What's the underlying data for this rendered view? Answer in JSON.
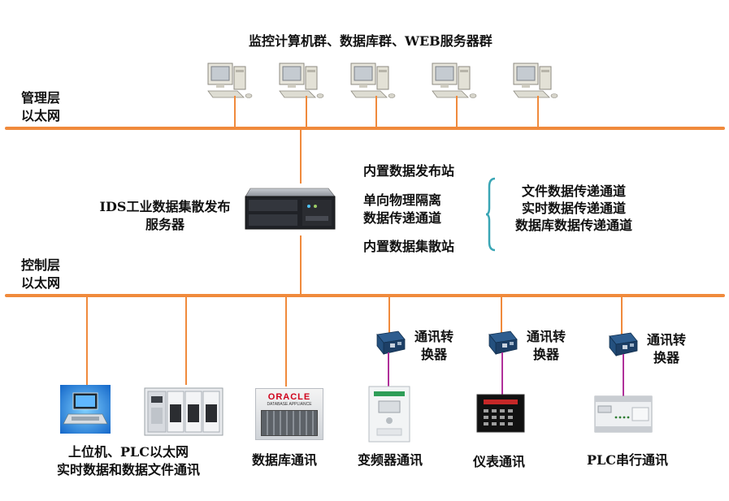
{
  "title": "监控计算机群、数据库群、WEB服务器群",
  "mgmt_layer": {
    "line1": "管理层",
    "line2": "以太网"
  },
  "ctrl_layer": {
    "line1": "控制层",
    "line2": "以太网"
  },
  "server": {
    "line1": "IDS工业数据集散发布",
    "line2": "服务器"
  },
  "functions": {
    "item1": "内置数据发布站",
    "item2_line1": "单向物理隔离",
    "item2_line2": "数据传递通道",
    "item3": "内置数据集散站"
  },
  "channels": {
    "c1": "文件数据传递通道",
    "c2": "实时数据传递通道",
    "c3": "数据库数据传递通道"
  },
  "converter": {
    "line1": "通讯转",
    "line2": "换器"
  },
  "oracle": {
    "brand": "ORACLE",
    "sub": "DATABASE APPLIANCE"
  },
  "devices": {
    "host_line1": "上位机、PLC以太网",
    "host_line2": "实时数据和数据文件通讯",
    "database": "数据库通讯",
    "inverter": "变频器通讯",
    "meter": "仪表通讯",
    "plc_serial": "PLC串行通讯"
  },
  "colors": {
    "bus": "#f08a3c",
    "serial_link": "#b0309a",
    "bracket": "#3aa6b5"
  }
}
